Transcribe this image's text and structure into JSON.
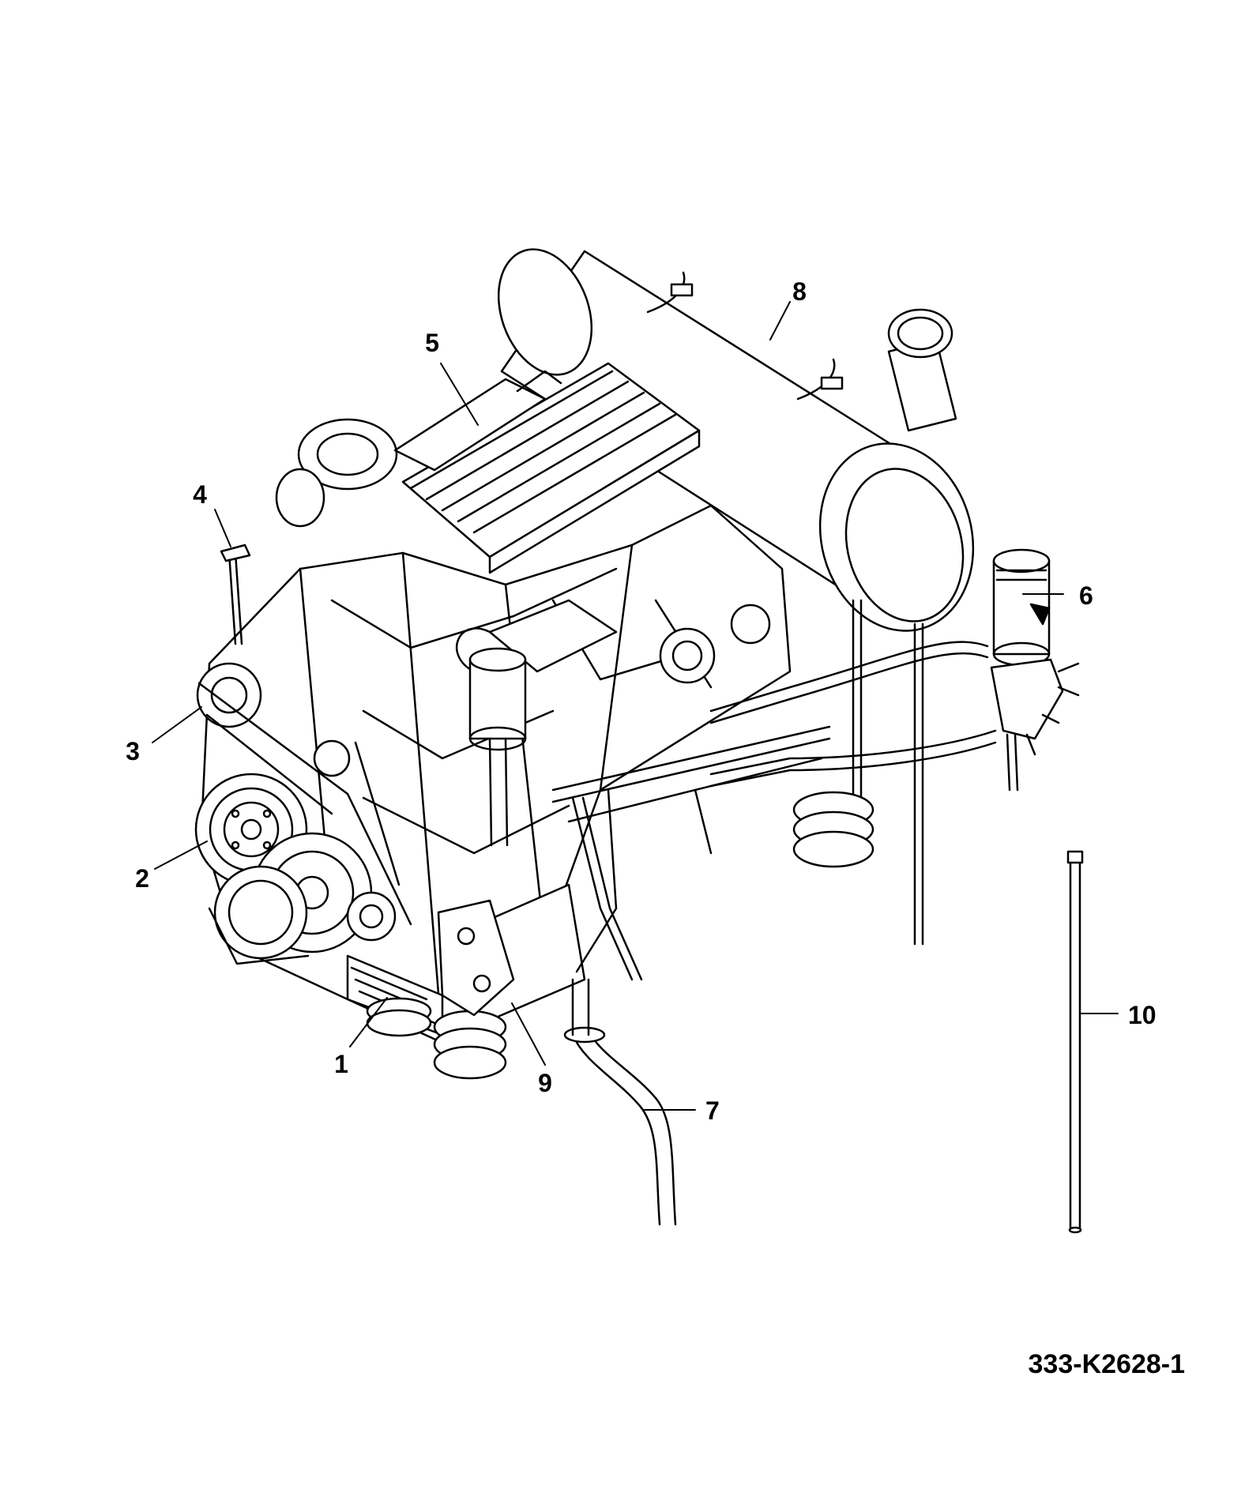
{
  "callouts": [
    "1",
    "2",
    "3",
    "4",
    "5",
    "6",
    "7",
    "8",
    "9",
    "10"
  ],
  "drawing_code": "333-K2628-1"
}
